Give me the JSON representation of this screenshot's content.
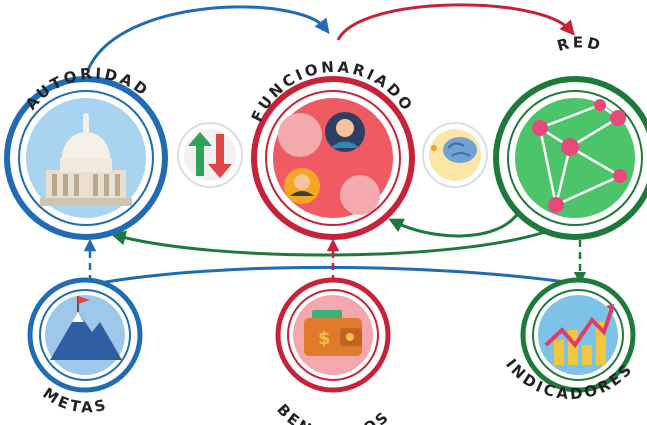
{
  "labels": {
    "autoridad": "AUTORIDAD",
    "funcionariado": "FUNCIONARIADO",
    "red": "RED",
    "metas": "METAS",
    "beneficios": "BENEFICIOS",
    "indicadores": "INDICADORES"
  },
  "colors": {
    "blue": "#1f6cb4",
    "red": "#c8223a",
    "green": "#1e7a3a"
  },
  "icons": {
    "autoridad": "capitol-building-icon",
    "funcionariado": "gears-people-icon",
    "red": "network-icon",
    "exchange": "exchange-arrows-icon",
    "brain": "brain-icon",
    "metas": "mountain-flag-icon",
    "beneficios": "wallet-icon",
    "indicadores": "chart-growth-icon"
  }
}
